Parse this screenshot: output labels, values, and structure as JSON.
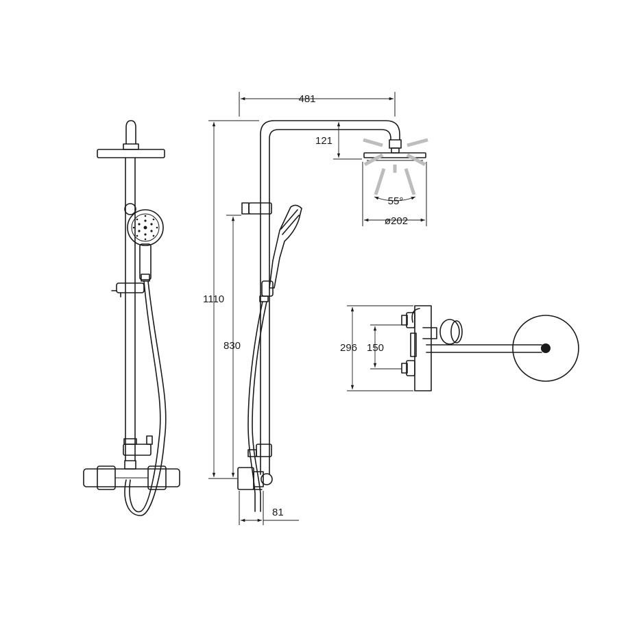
{
  "dimensions": {
    "width_top": "481",
    "head_drop": "121",
    "spray_angle": "55°",
    "head_diameter": "ø202",
    "total_height": "1110",
    "slide_height": "830",
    "wall_offset": "81",
    "valve_height": "296",
    "valve_centers": "150"
  }
}
